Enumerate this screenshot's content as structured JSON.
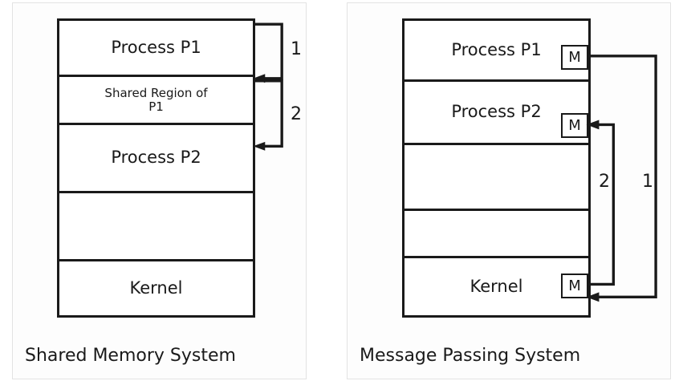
{
  "figure": {
    "title_semantics": "inter-process-communication-comparison",
    "background": "#ffffff",
    "stroke_color": "#1a1a1a",
    "panel_border_color": "#e3e3e3"
  },
  "left_panel": {
    "caption": "Shared Memory System",
    "rows": [
      {
        "label": "Process P1",
        "size": "big"
      },
      {
        "label": "Shared Region of\nP1",
        "size": "small"
      },
      {
        "label": "Process P2",
        "size": "big"
      },
      {
        "label": "",
        "size": "big"
      },
      {
        "label": "Kernel",
        "size": "big"
      }
    ],
    "arrows": [
      {
        "number": "1",
        "from": "Process P1",
        "to": "Shared Region of P1"
      },
      {
        "number": "2",
        "from": "Shared Region of P1",
        "to": "Process P2"
      }
    ]
  },
  "right_panel": {
    "caption": "Message Passing System",
    "message_marker": "M",
    "rows": [
      {
        "label": "Process P1",
        "size": "big",
        "marker": "M"
      },
      {
        "label": "Process P2",
        "size": "big",
        "marker": "M"
      },
      {
        "label": "",
        "size": "big",
        "marker": ""
      },
      {
        "label": "",
        "size": "big",
        "marker": ""
      },
      {
        "label": "Kernel",
        "size": "big",
        "marker": "M"
      }
    ],
    "arrows": [
      {
        "number": "1",
        "from": "Process P1",
        "to": "Kernel"
      },
      {
        "number": "2",
        "from": "Kernel",
        "to": "Process P2"
      }
    ]
  }
}
